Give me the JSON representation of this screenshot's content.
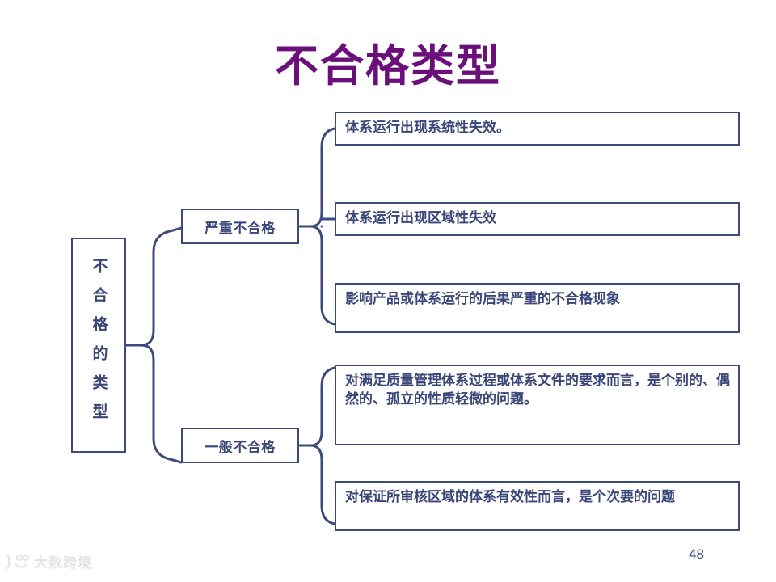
{
  "slide": {
    "title": "不合格类型",
    "title_color": "#6B0F7B",
    "accent_color": "#3E4A7E",
    "text_color": "#3A4679",
    "background": "#ffffff",
    "page_number": "48"
  },
  "root": {
    "label": "不合格的类型"
  },
  "categories": [
    {
      "label": "严重不合格"
    },
    {
      "label": "一般不合格"
    }
  ],
  "details": [
    {
      "text": "体系运行出现系统性失效。",
      "category": "严重不合格"
    },
    {
      "text": "体系运行出现区域性失效",
      "category": "严重不合格"
    },
    {
      "text": "影响产品或体系运行的后果严重的不合格现象",
      "category": "严重不合格"
    },
    {
      "text": "对满足质量管理体系过程或体系文件的要求而言，是个别的、偶然的、孤立的性质轻微的问题。",
      "category": "一般不合格"
    },
    {
      "text": "对保证所审核区域的体系有效性而言，是个次要的问题",
      "category": "一般不合格"
    }
  ],
  "watermark": {
    "text": "大数跨境",
    "icon": "camera-face-icon"
  }
}
